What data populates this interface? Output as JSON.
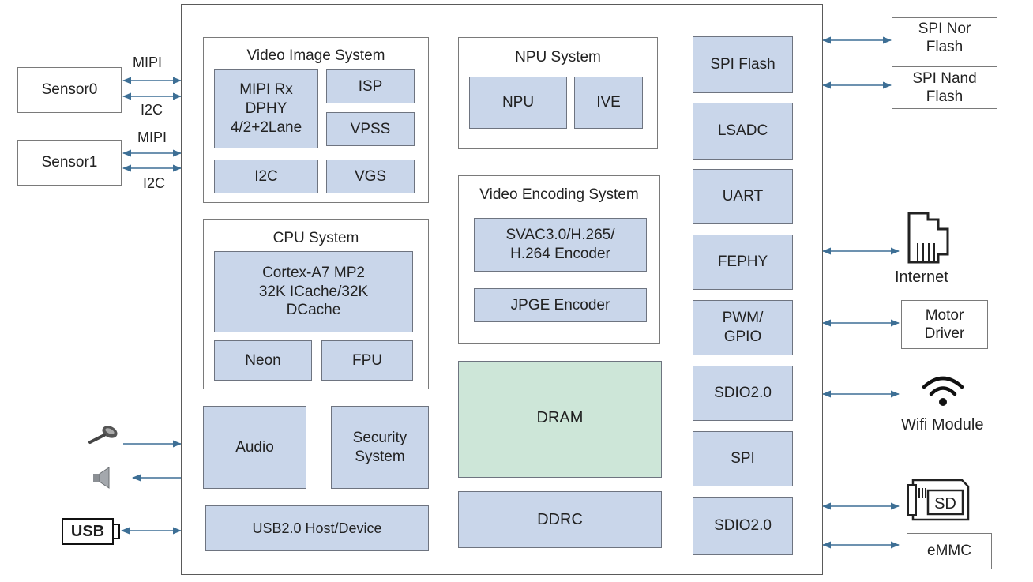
{
  "left": {
    "sensor0": "Sensor0",
    "sensor1": "Sensor1",
    "mipi_0": "MIPI",
    "i2c_0": "I2C",
    "mipi_1": "MIPI",
    "i2c_1": "I2C",
    "usb": "USB"
  },
  "video_image_system": {
    "title": "Video Image System",
    "mipi_rx": "MIPI Rx\nDPHY\n4/2+2Lane",
    "isp": "ISP",
    "vpss": "VPSS",
    "i2c": "I2C",
    "vgs": "VGS"
  },
  "cpu_system": {
    "title": "CPU System",
    "cortex": "Cortex-A7 MP2\n32K ICache/32K\nDCache",
    "neon": "Neon",
    "fpu": "FPU"
  },
  "audio": "Audio",
  "security": "Security\nSystem",
  "usb_host": "USB2.0 Host/Device",
  "npu_system": {
    "title": "NPU System",
    "npu": "NPU",
    "ive": "IVE"
  },
  "video_encoding_system": {
    "title": "Video Encoding System",
    "svac": "SVAC3.0/H.265/\nH.264 Encoder",
    "jpge": "JPGE Encoder"
  },
  "dram": "DRAM",
  "ddrc": "DDRC",
  "peripherals": {
    "spi_flash": "SPI Flash",
    "lsadc": "LSADC",
    "uart": "UART",
    "fephy": "FEPHY",
    "pwm_gpio": "PWM/\nGPIO",
    "sdio_a": "SDIO2.0",
    "spi": "SPI",
    "sdio_b": "SDIO2.0"
  },
  "right": {
    "spi_nor": "SPI Nor\nFlash",
    "spi_nand": "SPI Nand\nFlash",
    "internet": "Internet",
    "motor": "Motor\nDriver",
    "wifi": "Wifi Module",
    "sd": "SD",
    "emmc": "eMMC"
  },
  "colors": {
    "block_fill": "#c9d6ea",
    "dram_fill": "#cde6d8",
    "arrow": "#3d6f95"
  },
  "icons": [
    "microphone-icon",
    "speaker-icon",
    "ethernet-port-icon",
    "wifi-icon",
    "sd-card-icon",
    "usb-plug-icon"
  ]
}
